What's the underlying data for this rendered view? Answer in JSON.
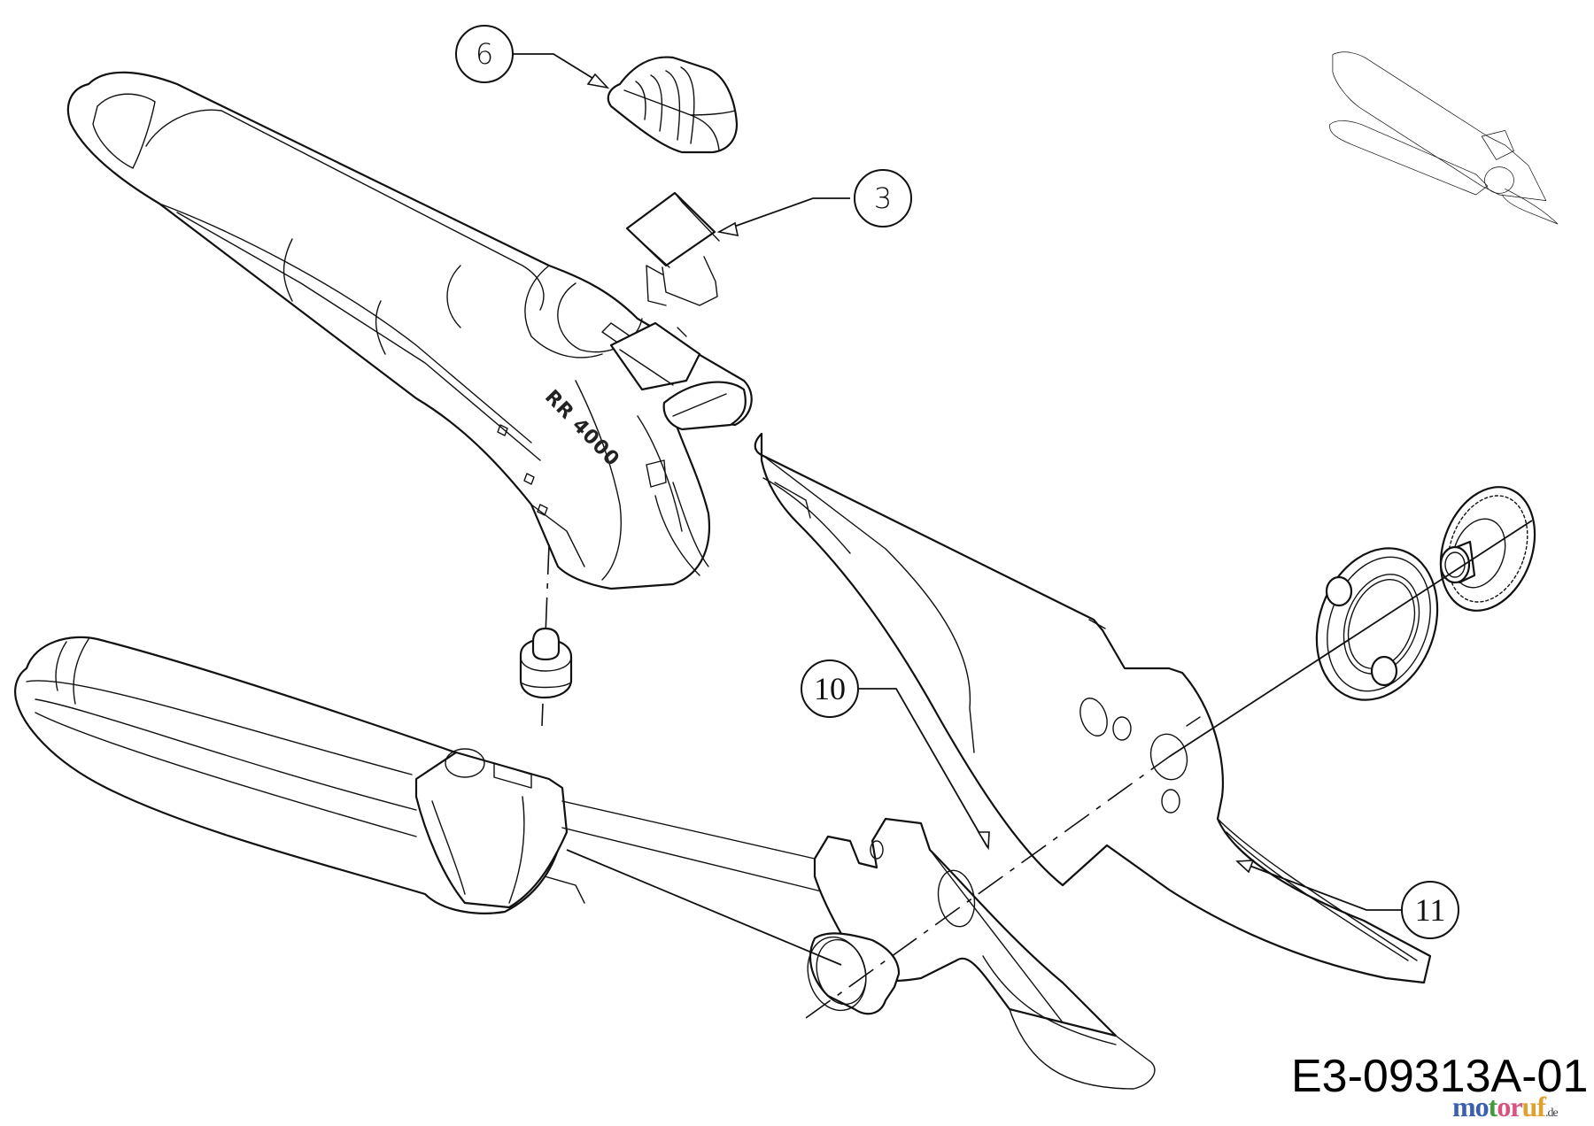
{
  "diagram": {
    "type": "exploded-parts-diagram",
    "subject": "bypass pruning shear",
    "reference_code": "E3-09313A-01",
    "model_marking": "RR 4000",
    "callouts": [
      {
        "id": "6",
        "label": "6",
        "part": "lock slider cap"
      },
      {
        "id": "3",
        "label": "3",
        "part": "lock catch clip"
      },
      {
        "id": "10",
        "label": "10",
        "part": "lower blade / anvil"
      },
      {
        "id": "11",
        "label": "11",
        "part": "upper cutting blade"
      }
    ],
    "parts_shown": [
      "upper handle",
      "lower handle",
      "lock slider cap",
      "lock catch clip",
      "bumper stop",
      "upper blade",
      "lower blade",
      "pivot bolt",
      "spring washer",
      "adjusting nut",
      "assembled preview"
    ]
  },
  "watermark": {
    "letters": [
      {
        "char": "m",
        "color": "#3a5fb0"
      },
      {
        "char": "o",
        "color": "#3a5fb0"
      },
      {
        "char": "t",
        "color": "#3f9a3c"
      },
      {
        "char": "o",
        "color": "#d9537f"
      },
      {
        "char": "r",
        "color": "#d9537f"
      },
      {
        "char": "u",
        "color": "#e0a030"
      },
      {
        "char": "f",
        "color": "#e0a030"
      }
    ],
    "tld": ".de"
  }
}
